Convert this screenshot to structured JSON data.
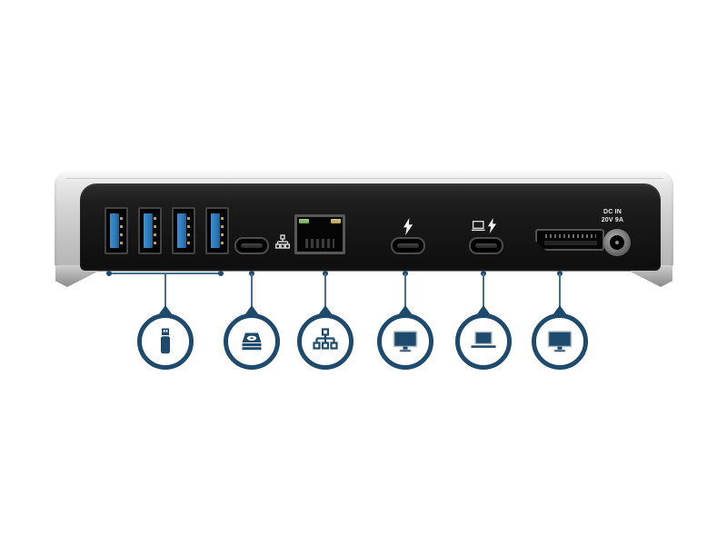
{
  "image": {
    "description": "Rear view photo of a docking station with six port callout icons",
    "background": "#ffffff"
  },
  "device": {
    "power_label": {
      "line1": "DC IN",
      "line2": "20V 9A"
    },
    "ports": [
      {
        "name": "usb-a-port-1"
      },
      {
        "name": "usb-a-port-2"
      },
      {
        "name": "usb-a-port-3"
      },
      {
        "name": "usb-a-port-4"
      },
      {
        "name": "usb-c-port"
      },
      {
        "name": "ethernet-rj45-port"
      },
      {
        "name": "thunderbolt-port-downstream"
      },
      {
        "name": "thunderbolt-port-host"
      },
      {
        "name": "displayport"
      },
      {
        "name": "dc-power-jack"
      }
    ],
    "panel_glyphs": [
      "network-icon",
      "thunderbolt-bolt-icon",
      "laptop-bolt-icon"
    ]
  },
  "callouts": [
    {
      "icon": "usb-flash-drive-icon"
    },
    {
      "icon": "hard-drive-icon"
    },
    {
      "icon": "network-icon"
    },
    {
      "icon": "monitor-icon"
    },
    {
      "icon": "laptop-icon"
    },
    {
      "icon": "monitor-icon"
    }
  ],
  "colors": {
    "accent_navy": "#1e4a6d",
    "callout_line": "#45708e",
    "usb_blue": "#2f7fc0",
    "led_green": "#8cc070",
    "led_amber": "#c9bc6d",
    "chassis_silver": "#c7c7c7",
    "panel_black": "#151515"
  }
}
